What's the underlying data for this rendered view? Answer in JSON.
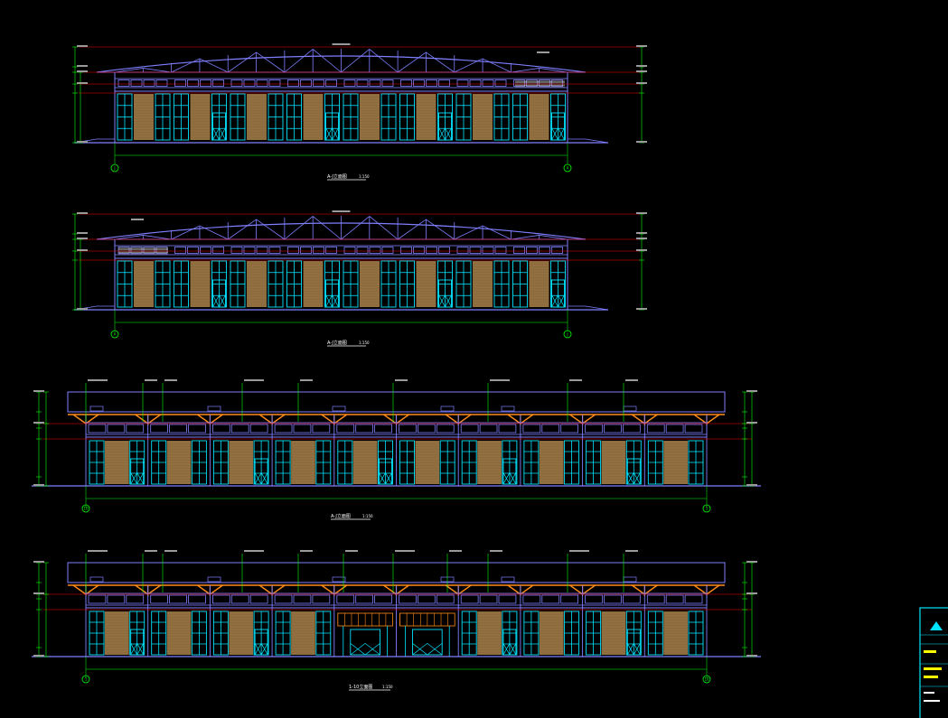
{
  "colors": {
    "background": "#000000",
    "structure": "#7f7fff",
    "glass": "#00e5ff",
    "dimension": "#00ff00",
    "level_line": "#ff0000",
    "brick": "#8b6a3c",
    "canopy": "#ff8c1a",
    "tag": "#ffffff"
  },
  "elevations": [
    {
      "title": "A-J立面图",
      "scale": "1:150",
      "axis_left": "J",
      "axis_right": "A"
    },
    {
      "title": "A-J立面图",
      "scale": "1:150",
      "axis_left": "A",
      "axis_right": "J"
    },
    {
      "title": "A-J立面图",
      "scale": "1:150",
      "axis_left": "10",
      "axis_right": "1"
    },
    {
      "title": "1-10立面图",
      "scale": "1:150",
      "axis_left": "1",
      "axis_right": "10"
    }
  ]
}
